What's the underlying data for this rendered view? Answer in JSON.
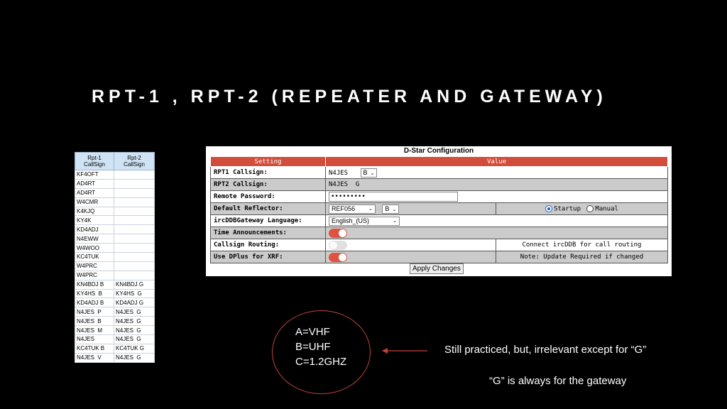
{
  "slide": {
    "title": "RPT-1 , RPT-2 (REPEATER AND GATEWAY)"
  },
  "callsign_table": {
    "headers": [
      "Rpt-1\nCallSign",
      "Rpt-2\nCallSign"
    ],
    "rows": [
      [
        "KF4OFT",
        ""
      ],
      [
        "AD4RT",
        ""
      ],
      [
        "AD4RT",
        ""
      ],
      [
        "W4CMR",
        ""
      ],
      [
        "K4KJQ",
        ""
      ],
      [
        "KY4K",
        ""
      ],
      [
        "KD4ADJ",
        ""
      ],
      [
        "N4EWW",
        ""
      ],
      [
        "W4WOO",
        ""
      ],
      [
        "KC4TUK",
        ""
      ],
      [
        "W4PRC",
        ""
      ],
      [
        "W4PRC",
        ""
      ],
      [
        "KN4BDJ B",
        "KN4BDJ G"
      ],
      [
        "KY4HS  B",
        "KY4HS  G"
      ],
      [
        "KD4ADJ B",
        "KD4ADJ G"
      ],
      [
        "N4JES  P",
        "N4JES  G"
      ],
      [
        "N4JES  B",
        "N4JES  G"
      ],
      [
        "N4JES  M",
        "N4JES  G"
      ],
      [
        "N4JES",
        "N4JES  G"
      ],
      [
        "KC4TUK B",
        "KC4TUK G"
      ],
      [
        "N4JES  V",
        "N4JES  G"
      ]
    ]
  },
  "dstar": {
    "title": "D-Star Configuration",
    "col_setting": "Setting",
    "col_value": "Value",
    "rpt1_label": "RPT1 Callsign:",
    "rpt1_value": "N4JES",
    "rpt1_module": "B",
    "rpt2_label": "RPT2 Callsign:",
    "rpt2_value": "N4JES  G",
    "remote_pw_label": "Remote Password:",
    "remote_pw_value": "•••••••••",
    "reflector_label": "Default Reflector:",
    "reflector_value": "REF056",
    "reflector_module": "B",
    "startup_label": "Startup",
    "manual_label": "Manual",
    "language_label": "ircDDBGateway Language:",
    "language_value": "English_(US)",
    "time_label": "Time Announcements:",
    "routing_label": "Callsign Routing:",
    "routing_note": "Connect ircDDB for call routing",
    "xrf_label": "Use DPlus for XRF:",
    "xrf_note": "Note: Update Required if changed",
    "apply_label": "Apply Changes"
  },
  "bands": {
    "a": "A=VHF",
    "b": "B=UHF",
    "c": "C=1.2GHZ"
  },
  "notes": {
    "line1": "Still practiced, but, irrelevant except for “G”",
    "line2": "“G” is always for the gateway"
  },
  "colors": {
    "accent_red": "#d24d3b",
    "toggle_on": "#e0513f",
    "circle": "#c2433a"
  }
}
